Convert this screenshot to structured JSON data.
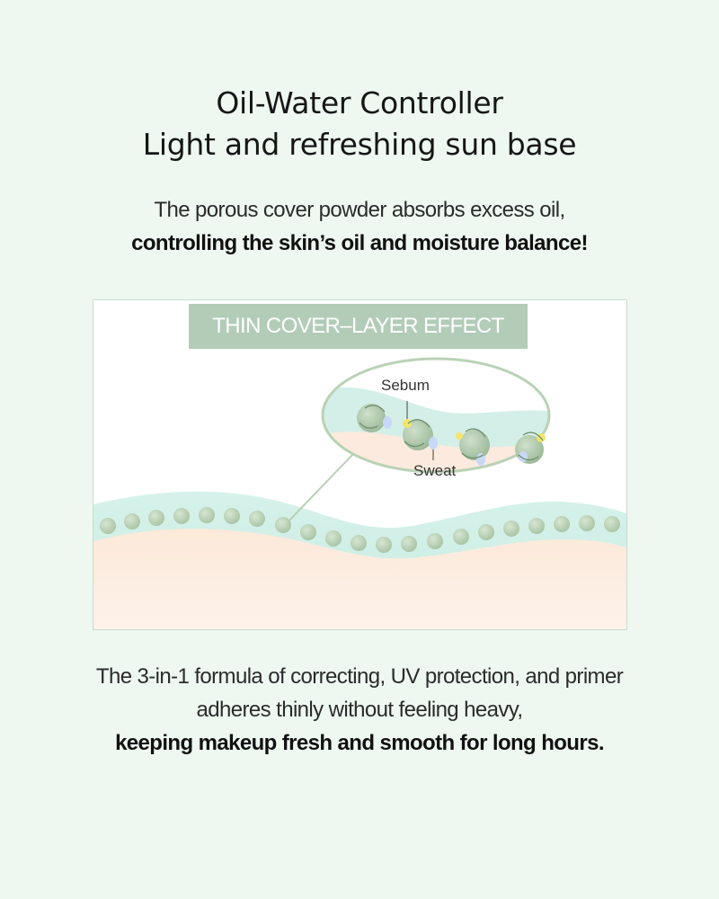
{
  "headline": {
    "line1": "Oil-Water Controller",
    "line2": "Light and refreshing sun base"
  },
  "intro": {
    "line1": "The porous cover powder absorbs excess oil,",
    "line2": "controlling the skin’s oil and moisture balance!"
  },
  "diagram": {
    "label": "THIN COVER–LAYER EFFECT",
    "callout_sebum": "Sebum",
    "callout_sweat": "Sweat",
    "colors": {
      "label_bg": "#b2ccb8",
      "powder": "#b9d2b6",
      "moisture_layer": "#d3f1e9",
      "skin": "#fbeadc",
      "sebum": "#f3e56b",
      "sweat": "#c7d9f7"
    }
  },
  "outro": {
    "line1": "The 3-in-1 formula of correcting, UV protection, and primer",
    "line2": "adheres thinly without feeling heavy,",
    "line3": "keeping makeup fresh and smooth for long hours."
  }
}
